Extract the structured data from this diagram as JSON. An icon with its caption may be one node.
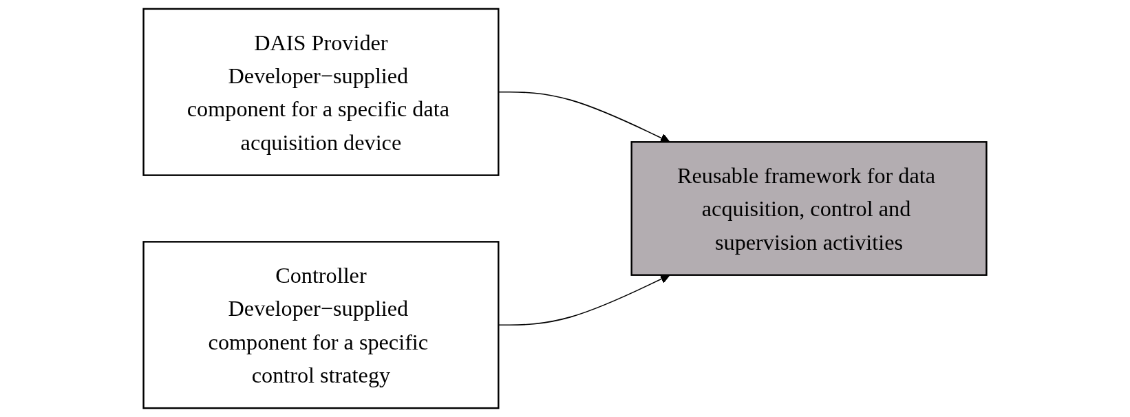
{
  "diagram": {
    "nodes": [
      {
        "text": [
          "DAIS Provider",
          "Developer−supplied component for a specific data acquisition device"
        ]
      },
      {
        "text": [
          "Reusable framework for data acquisition, control and supervision activities"
        ]
      },
      {
        "text": [
          "Controller",
          "Developer−supplied component for a specific control strategy"
        ]
      }
    ],
    "edges": [
      {
        "from": 0,
        "to": 1,
        "arrow": "to"
      },
      {
        "from": 2,
        "to": 1,
        "arrow": "to"
      }
    ]
  }
}
